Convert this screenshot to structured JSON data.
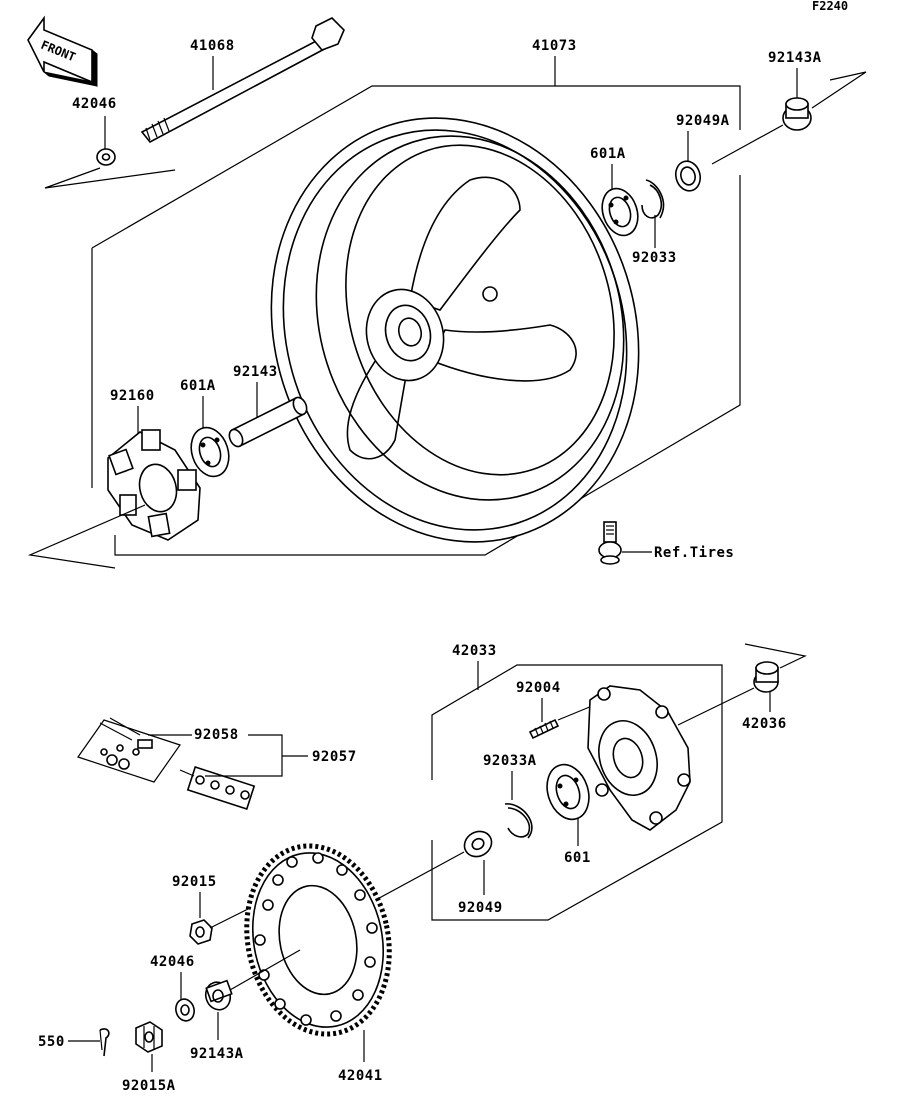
{
  "figure_code": "F2240",
  "front_arrow_label": "FRONT",
  "ref_label": "Ref.Tires",
  "parts": {
    "p41068": "41068",
    "p41073": "41073",
    "p42046_top": "42046",
    "p92143A_top": "92143A",
    "p92049A": "92049A",
    "p601A_top": "601A",
    "p92033": "92033",
    "p92160": "92160",
    "p601A_mid": "601A",
    "p92143": "92143",
    "p42033": "42033",
    "p92004": "92004",
    "p42036": "42036",
    "p92058": "92058",
    "p92057": "92057",
    "p92033A": "92033A",
    "p601": "601",
    "p92015": "92015",
    "p92049": "92049",
    "p42046_bot": "42046",
    "p550": "550",
    "p92143A_bot": "92143A",
    "p42041": "42041",
    "p92015A": "92015A"
  }
}
